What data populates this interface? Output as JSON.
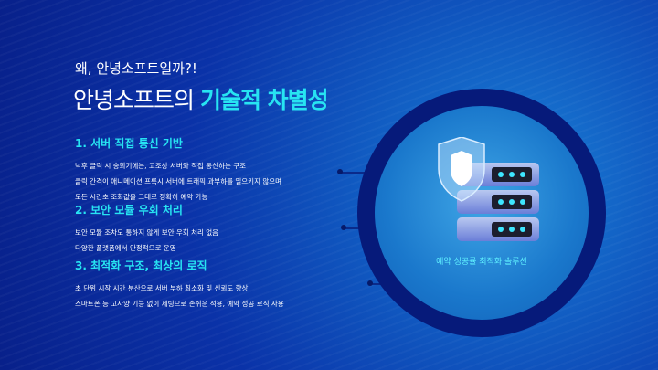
{
  "subtitle": "왜, 안녕소프트일까?!",
  "title_plain": "안녕소프트의 ",
  "title_highlight": "기술적 차별성",
  "sections": [
    {
      "heading": "1.  서버 직접 통신 기반",
      "lines": [
        "낙후 클릭 시 송회기에는, 고조상 서버와 직접 통신하는 구조",
        "클릭 간격이 애니메이션 프록시 서버에 트래픽 과부하를 일으키지 않으며",
        "모든 시간초 조회값을 그대로 정확히 예약 가능"
      ]
    },
    {
      "heading": "2.  보안 모듈 우회 처리",
      "lines": [
        "보안 모듈 조차도 통하지 않게 보안 우회 처리 없음",
        "다양한 플랫폼에서 안정적으로 운영"
      ]
    },
    {
      "heading": "3.  최적화 구조, 최상의 로직",
      "lines": [
        "초 단위 시작 시간 분산으로 서버 부하 최소화 및 신뢰도 향상",
        "스마트폰 등 고사양 기능 없이 세팅으로 손쉬운 적용, 예약 성공 로직 사용"
      ]
    }
  ],
  "circle_caption": "예약 성공률 최적화 솔루션",
  "icons": {
    "illustration": "server-shield-icon"
  }
}
